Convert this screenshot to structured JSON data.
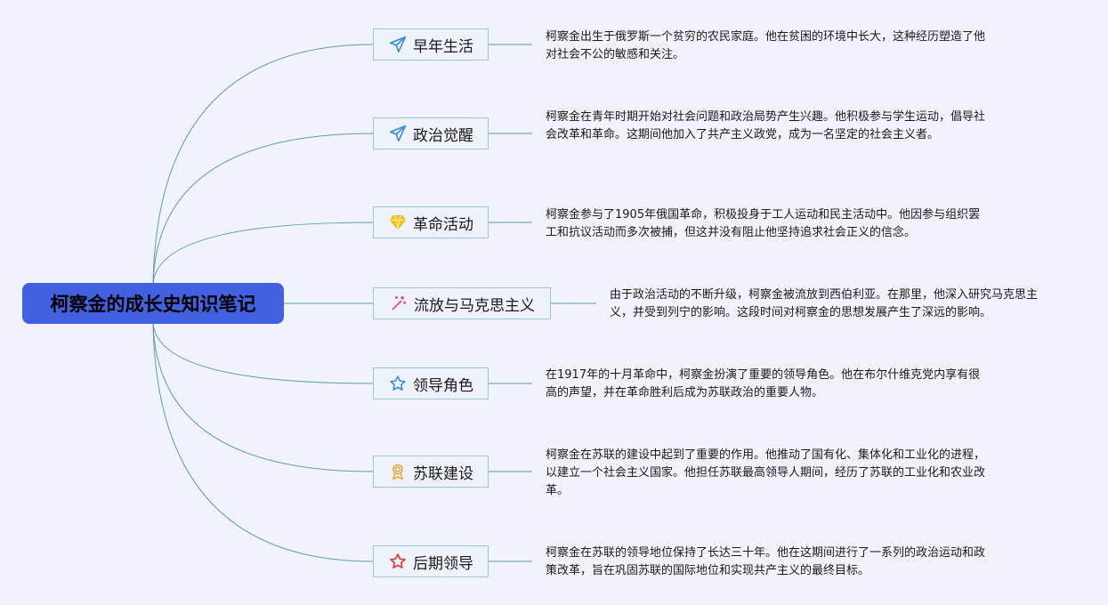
{
  "root": {
    "title": "柯察金的成长史知识笔记"
  },
  "branches": [
    {
      "label": "早年生活",
      "icon": "paper-plane-icon",
      "description": "柯察金出生于俄罗斯一个贫穷的农民家庭。他在贫困的环境中长大，这种经历塑造了他对社会不公的敏感和关注。"
    },
    {
      "label": "政治觉醒",
      "icon": "paper-plane-icon",
      "description": "柯察金在青年时期开始对社会问题和政治局势产生兴趣。他积极参与学生运动，倡导社会改革和革命。这期间他加入了共产主义政党，成为一名坚定的社会主义者。"
    },
    {
      "label": "革命活动",
      "icon": "diamond-icon",
      "description": "柯察金参与了1905年俄国革命，积极投身于工人运动和民主活动中。他因参与组织罢工和抗议活动而多次被捕，但这并没有阻止他坚持追求社会正义的信念。"
    },
    {
      "label": "流放与马克思主义",
      "icon": "sparkle-wand-icon",
      "description": "由于政治活动的不断升级，柯察金被流放到西伯利亚。在那里，他深入研究马克思主义，并受到列宁的影响。这段时间对柯察金的思想发展产生了深远的影响。"
    },
    {
      "label": "领导角色",
      "icon": "star-outline-icon",
      "description": "在1917年的十月革命中，柯察金扮演了重要的领导角色。他在布尔什维克党内享有很高的声望，并在革命胜利后成为苏联政治的重要人物。"
    },
    {
      "label": "苏联建设",
      "icon": "award-medal-icon",
      "description": "柯察金在苏联的建设中起到了重要的作用。他推动了国有化、集体化和工业化的进程，以建立一个社会主义国家。他担任苏联最高领导人期间，经历了苏联的工业化和农业改革。"
    },
    {
      "label": "后期领导",
      "icon": "star-red-icon",
      "description": "柯察金在苏联的领导地位保持了长达三十年。他在这期间进行了一系列的政治运动和政策改革，旨在巩固苏联的国际地位和实现共产主义的最终目标。"
    }
  ],
  "colors": {
    "background": "#f0f3fc",
    "root_fill": "#4161e0",
    "connector": "#5e9e9a",
    "node_border": "#9fc4cc",
    "plane_icon": "#3d8fd8",
    "diamond_icon": "#f5c518",
    "wand_icon": "#e0457b",
    "star_outline_icon": "#2d8ad6",
    "medal_icon": "#e8a33d",
    "star_red_icon": "#e53935"
  }
}
